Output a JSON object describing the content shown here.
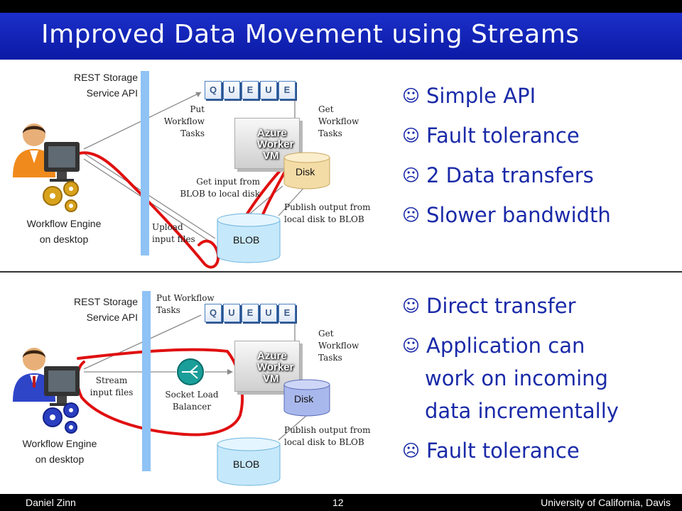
{
  "slide": {
    "title": "Improved Data Movement using Streams",
    "footer": {
      "author": "Daniel Zinn",
      "page": "12",
      "institution": "University of California, Davis"
    }
  },
  "top": {
    "rest_label": [
      "REST Storage",
      "Service API"
    ],
    "engine_label": [
      "Workflow Engine",
      "on desktop"
    ],
    "queue_letters": [
      "Q",
      "U",
      "E",
      "U",
      "E"
    ],
    "put_tasks": [
      "Put",
      "Workflow",
      "Tasks"
    ],
    "get_tasks": [
      "Get",
      "Workflow",
      "Tasks"
    ],
    "vm": [
      "Azure",
      "Worker",
      "VM"
    ],
    "disk": "Disk",
    "blob": "BLOB",
    "get_input": [
      "Get input from",
      "BLOB to local disk"
    ],
    "upload": [
      "Upload",
      "input files"
    ],
    "publish": [
      "Publish output from",
      "local disk to BLOB"
    ],
    "bullets": [
      {
        "icon": "smiley-icon",
        "glyph": "☺",
        "text": "Simple API"
      },
      {
        "icon": "smiley-icon",
        "glyph": "☺",
        "text": "Fault tolerance"
      },
      {
        "icon": "frown-icon",
        "glyph": "☹",
        "text": "2 Data transfers"
      },
      {
        "icon": "frown-icon",
        "glyph": "☹",
        "text": "Slower bandwidth"
      }
    ]
  },
  "bottom": {
    "rest_label": [
      "REST Storage",
      "Service API"
    ],
    "engine_label": [
      "Workflow Engine",
      "on desktop"
    ],
    "queue_letters": [
      "Q",
      "U",
      "E",
      "U",
      "E"
    ],
    "put_tasks": [
      "Put Workflow",
      "Tasks"
    ],
    "get_tasks": [
      "Get",
      "Workflow",
      "Tasks"
    ],
    "vm": [
      "Azure",
      "Worker",
      "VM"
    ],
    "disk": "Disk",
    "blob": "BLOB",
    "stream": [
      "Stream",
      "input files"
    ],
    "balancer": [
      "Socket Load",
      "Balancer"
    ],
    "publish": [
      "Publish output from",
      "local disk to BLOB"
    ],
    "bullets": [
      {
        "icon": "smiley-icon",
        "glyph": "☺",
        "text": "Direct transfer"
      },
      {
        "icon": "smiley-icon",
        "glyph": "☺",
        "text": "Application can"
      },
      {
        "icon": "frown-icon",
        "glyph": "☹",
        "text": "Fault tolerance"
      }
    ],
    "bullet_continuation": [
      "work on incoming",
      "data incrementally"
    ]
  },
  "colors": {
    "title_bar": "#1226bd",
    "bullet_text": "#1a2aa8",
    "annotation_red": "#e01010",
    "api_bar": "#8fc3f5"
  }
}
